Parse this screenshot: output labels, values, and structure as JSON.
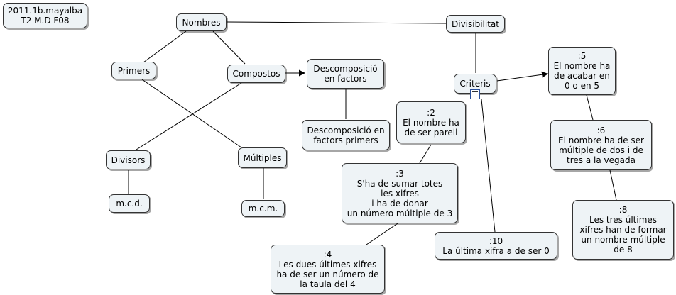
{
  "nodes": {
    "header": "2011.1b.mayalba\nT2 M.D F08",
    "nombres": "Nombres",
    "primers": "Primers",
    "compostos": "Compostos",
    "descomposicio": "Descomposició\nen factors",
    "descomposicio_primers": "Descomposició en\nfactors primers",
    "divisors": "Divisors",
    "multiples": "Múltiples",
    "mcd": "m.c.d.",
    "mcm": "m.c.m.",
    "divisibilitat": "Divisibilitat",
    "criteris": "Criteris",
    "c5": ":5\nEl nombre ha\nde acabar en\n0 o en 5",
    "c2": ":2\nEl nombre ha\nde ser parell",
    "c6": ":6\nEl nombre ha de ser\nmúltiple de dos i de\ntres a la vegada",
    "c3": ":3\nS'ha de sumar totes\nles xifres\ni ha de donar\nun número múltiple de 3",
    "c8": ":8\nLes tres últimes\nxifres han de formar\nun nombre múltiple\nde 8",
    "c4": ":4\nLes dues últimes xifres\nha de ser un número de\nla taula del 4",
    "c10": ":10\nLa última xifra a  de ser 0"
  },
  "colors": {
    "node_fill": "#eef3f6",
    "node_border": "#333333",
    "line": "#000000"
  },
  "icons": {
    "criteris_attachment": "document-icon"
  }
}
